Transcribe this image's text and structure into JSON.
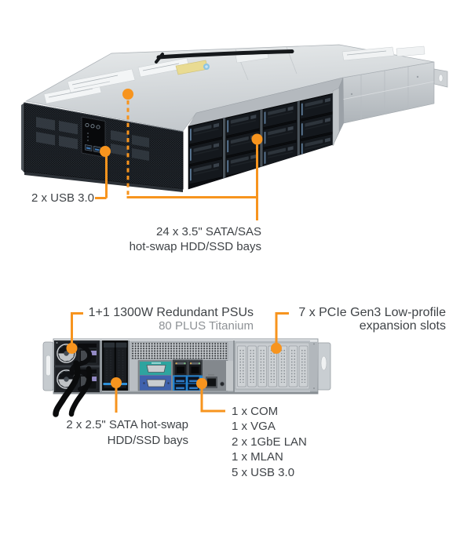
{
  "colors": {
    "accent": "#F7941E",
    "label_text": "#3F4347",
    "subtitle_text": "#8E9296",
    "com_port": "#2EA49F",
    "vga_port": "#4062AD",
    "usb_port": "#2383CF"
  },
  "front_section": {
    "usb_label": "2 x USB 3.0",
    "bays_label_line1": "24 x 3.5\" SATA/SAS",
    "bays_label_line2": "hot-swap HDD/SSD bays"
  },
  "rear_section": {
    "psu_label_line1": "1+1 1300W Redundant PSUs",
    "psu_label_line2": "80 PLUS Titanium",
    "pcie_label_line1": "7 x PCIe Gen3 Low-profile",
    "pcie_label_line2": "expansion slots",
    "bays25_label_line1": "2 x 2.5\" SATA hot-swap",
    "bays25_label_line2": "HDD/SSD bays",
    "io_labels": [
      "1 x COM",
      "1 x VGA",
      "2 x 1GbE LAN",
      "1 x MLAN",
      "5 x USB 3.0"
    ]
  }
}
